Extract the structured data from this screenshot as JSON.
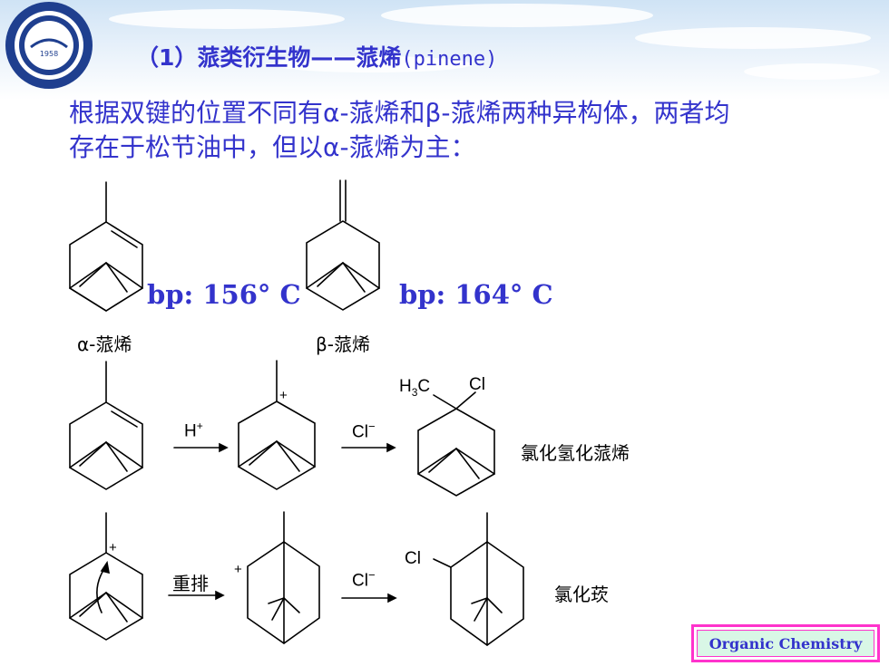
{
  "header": {
    "title_number": "（1）",
    "title_cn": "蒎类衍生物——蒎烯",
    "title_paren": "(pinene)",
    "logo_year": "1958"
  },
  "intro": {
    "line1": "根据双键的位置不同有α-蒎烯和β-蒎烯两种异构体，两者均",
    "line2": "存在于松节油中，但以α-蒎烯为主："
  },
  "structures": {
    "alpha_bp": "bp: 156° C",
    "beta_bp": "bp: 164° C",
    "alpha_label": "α-蒎烯",
    "beta_label": "β-蒎烯"
  },
  "reaction1": {
    "reagent1": "H",
    "reagent1_sup": "+",
    "plus_charge": "+",
    "reagent2": "Cl",
    "reagent2_sup": "−",
    "h3c": "H",
    "h3c_sub": "3",
    "h3c_end": "C",
    "cl_sub": "Cl",
    "product": "氯化氢化蒎烯"
  },
  "reaction2": {
    "plus_charge1": "+",
    "step1": "重排",
    "plus_charge2": "+",
    "reagent": "Cl",
    "reagent_sup": "−",
    "cl_sub": "Cl",
    "product": "氯化莰"
  },
  "badge": {
    "text": "Organic  Chemistry"
  }
}
